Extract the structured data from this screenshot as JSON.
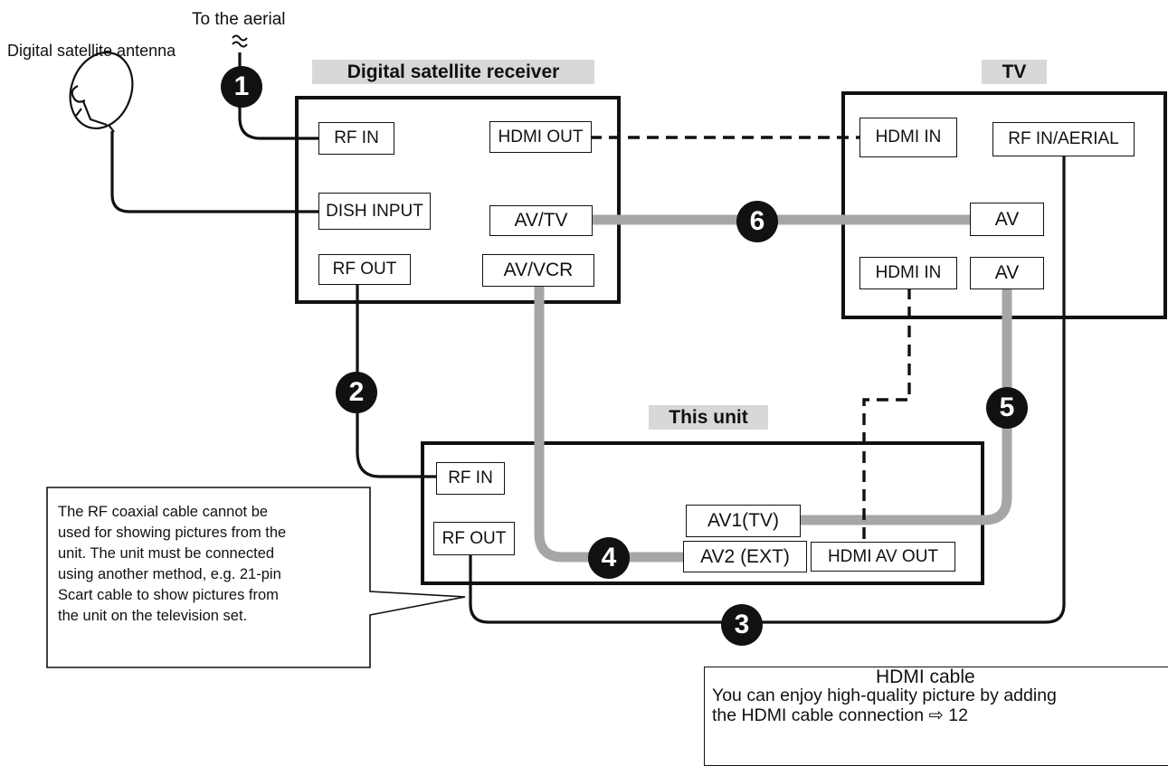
{
  "aerial_label": "To the aerial",
  "antenna_label": "Digital satellite antenna",
  "receiver": {
    "title": "Digital satellite receiver",
    "ports": {
      "rf_in": "RF IN",
      "dish_input": "DISH INPUT",
      "rf_out": "RF OUT",
      "hdmi_out": "HDMI OUT",
      "av_tv": "AV/TV",
      "av_vcr": "AV/VCR"
    }
  },
  "tv": {
    "title": "TV",
    "ports": {
      "hdmi_in_top": "HDMI IN",
      "rf_in_aerial": "RF IN/AERIAL",
      "av_top": "AV",
      "hdmi_in_bottom": "HDMI IN",
      "av_bottom": "AV"
    }
  },
  "unit": {
    "title": "This unit",
    "ports": {
      "rf_in": "RF IN",
      "rf_out": "RF OUT",
      "av1": "AV1(TV)",
      "av2": "AV2 (EXT)",
      "hdmi_av_out": "HDMI AV OUT"
    }
  },
  "steps": [
    "1",
    "2",
    "3",
    "4",
    "5",
    "6"
  ],
  "callout_lines": [
    "The RF coaxial cable cannot be",
    "used for showing pictures from the",
    "unit. The unit must be connected",
    "using another method, e.g. 21-pin",
    "Scart cable to show pictures from",
    "the unit on the television set."
  ],
  "legend": {
    "line_label": "HDMI cable",
    "text_line1": "You can enjoy high-quality picture by adding",
    "text_line2": "the HDMI cable connection ⇨ 12"
  },
  "colors": {
    "cable_black": "#111111",
    "cable_gray": "#a6a6a6",
    "title_bg": "#d8d8d8"
  }
}
